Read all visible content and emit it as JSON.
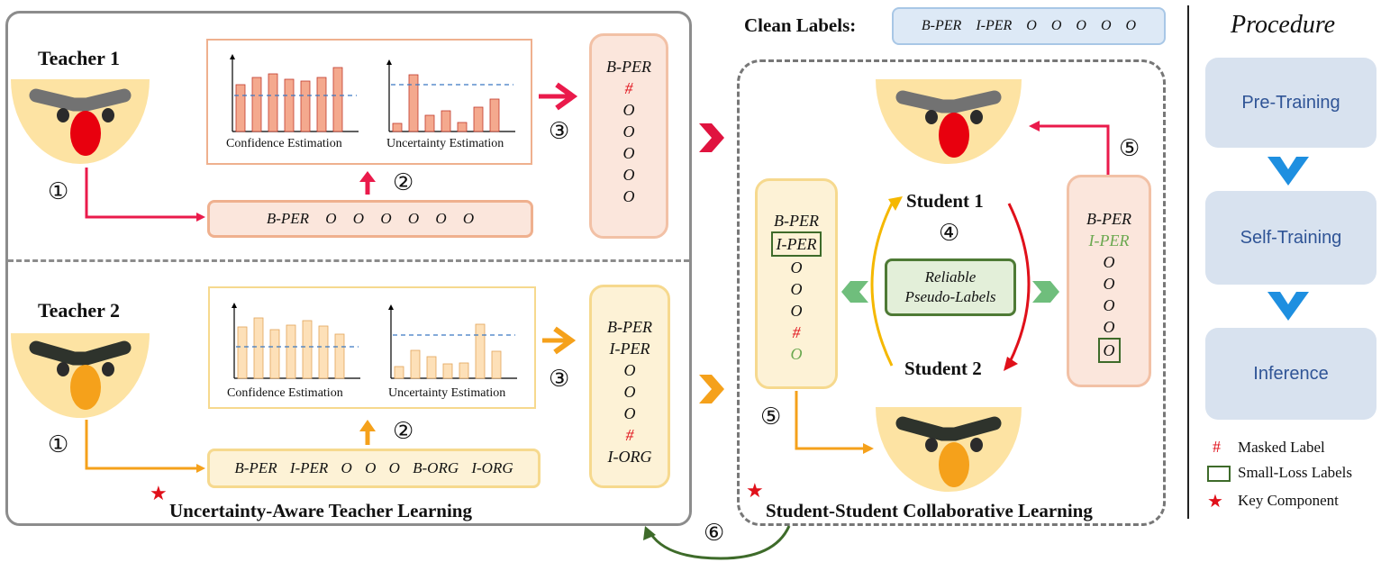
{
  "teacher_section": {
    "teacher1_label": "Teacher 1",
    "teacher2_label": "Teacher 2",
    "confidence_caption": "Confidence Estimation",
    "uncertainty_caption": "Uncertainty Estimation",
    "teacher1_input_seq": "B-PER O O O O O O",
    "teacher2_input_seq": "B-PER I-PER O O O B-ORG I-ORG",
    "teacher1_output": [
      "B-PER",
      "#",
      "O",
      "O",
      "O",
      "O",
      "O"
    ],
    "teacher2_output": [
      "B-PER",
      "I-PER",
      "O",
      "O",
      "O",
      "#",
      "I-ORG"
    ],
    "title": "Uncertainty-Aware Teacher Learning",
    "step1": "①",
    "step2": "②",
    "step3": "③"
  },
  "student_section": {
    "clean_labels_heading": "Clean Labels:",
    "clean_labels_seq": "B-PER I-PER O O O O O",
    "student1_label": "Student 1",
    "student2_label": "Student 2",
    "reliable_line1": "Reliable",
    "reliable_line2": "Pseudo-Labels",
    "left_labels": [
      "B-PER",
      "I-PER",
      "O",
      "O",
      "O",
      "#",
      "O"
    ],
    "right_labels": [
      "B-PER",
      "I-PER",
      "O",
      "O",
      "O",
      "O",
      "O"
    ],
    "title": "Student-Student Collaborative Learning",
    "step4": "④",
    "step5": "⑤",
    "step6": "⑥"
  },
  "procedure": {
    "heading": "Procedure",
    "stages": [
      "Pre-Training",
      "Self-Training",
      "Inference"
    ]
  },
  "legend": {
    "masked": "Masked Label",
    "masked_symbol": "#",
    "small_loss": "Small-Loss Labels",
    "key": "Key Component"
  },
  "colors": {
    "teacher1_accent": "#ea1a4b",
    "teacher2_accent": "#f5a11b",
    "student_green": "#4e7a35",
    "procedure_blue": "#2f5496",
    "procedure_arrow": "#1e8fe0",
    "bar1_fill": "#f4a98e",
    "bar2_fill": "#fde0b8",
    "dashed_ref": "#3a78c2"
  }
}
